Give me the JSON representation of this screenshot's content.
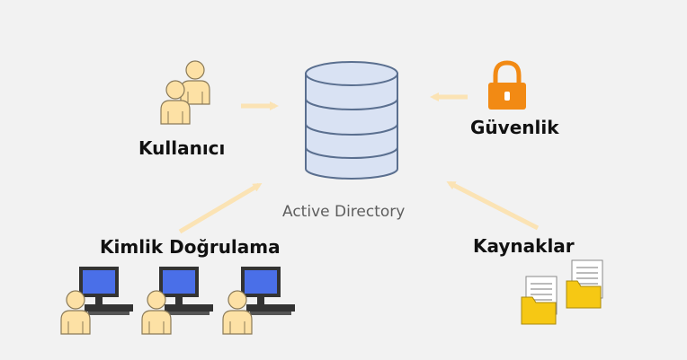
{
  "labels": {
    "center": "Active Directory",
    "user": "Kullanıcı",
    "security": "Güvenlik",
    "authentication": "Kimlik Doğrulama",
    "resources": "Kaynaklar"
  },
  "icons": {
    "center": "database-icon",
    "user": "users-icon",
    "security": "padlock-icon",
    "authentication": "computer-user-icon",
    "resources": "folder-documents-icon"
  },
  "colors": {
    "background": "#f2f2f2",
    "arrow": "#fbe3b4",
    "database_fill": "#d9e2f3",
    "database_stroke": "#5a6f8f",
    "person_fill": "#fde1a5",
    "monitor_screen": "#4a6fe8",
    "lock": "#f28a14",
    "folder": "#f6c814"
  }
}
